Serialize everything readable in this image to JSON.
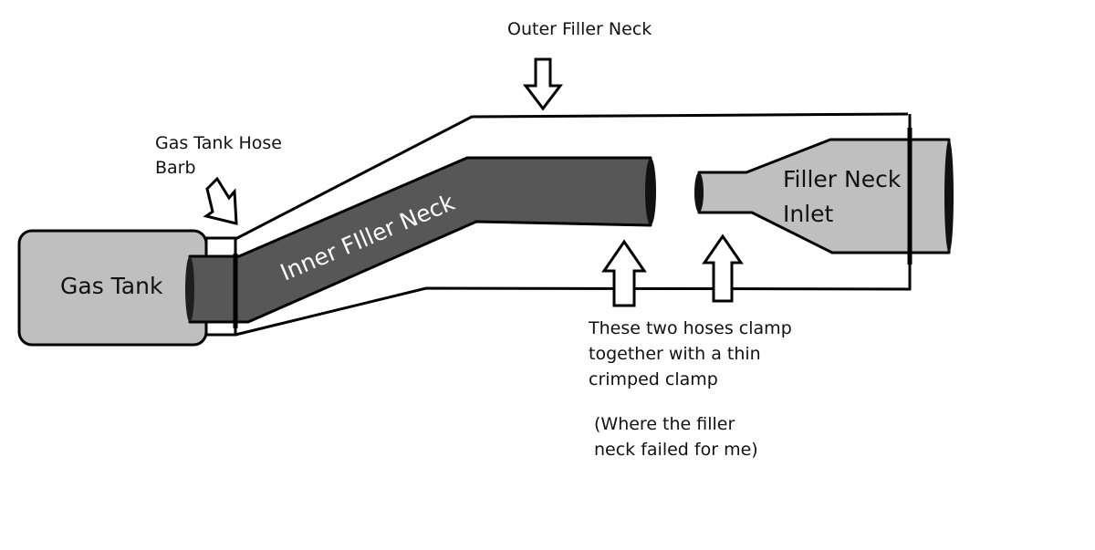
{
  "labels": {
    "outer_filler_neck": "Outer Filler Neck",
    "hose_barb_line1": "Gas Tank Hose",
    "hose_barb_line2": "Barb",
    "gas_tank": "Gas Tank",
    "inner_filler_neck": "Inner FIller Neck",
    "filler_inlet_line1": "Filler Neck",
    "filler_inlet_line2": "Inlet",
    "clamp_note_line1": "These two hoses clamp",
    "clamp_note_line2": "together with a thin",
    "clamp_note_line3": "crimped clamp",
    "failure_note_line1": "(Where the filler",
    "failure_note_line2": "neck failed for me)"
  },
  "colors": {
    "tank_fill": "#bfbfbf",
    "inner_neck_fill": "#575757",
    "inlet_fill": "#bfbfbf",
    "outline": "#000000",
    "label_light": "#ffffff"
  }
}
